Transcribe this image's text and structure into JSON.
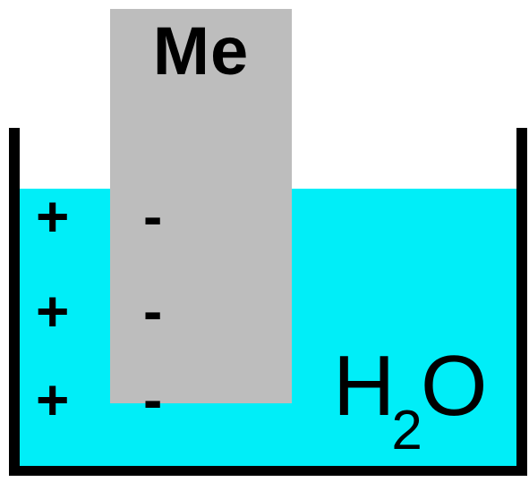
{
  "diagram": {
    "electrode_label": "Me",
    "solution_charges": [
      "+",
      "+",
      "+"
    ],
    "electrode_charges": [
      "-",
      "-",
      "-"
    ],
    "solvent": {
      "main": "H",
      "subscript": "2",
      "tail": "O"
    },
    "colors": {
      "water": "#00eef8",
      "electrode": "#bdbdbd",
      "vessel": "#000000"
    }
  }
}
